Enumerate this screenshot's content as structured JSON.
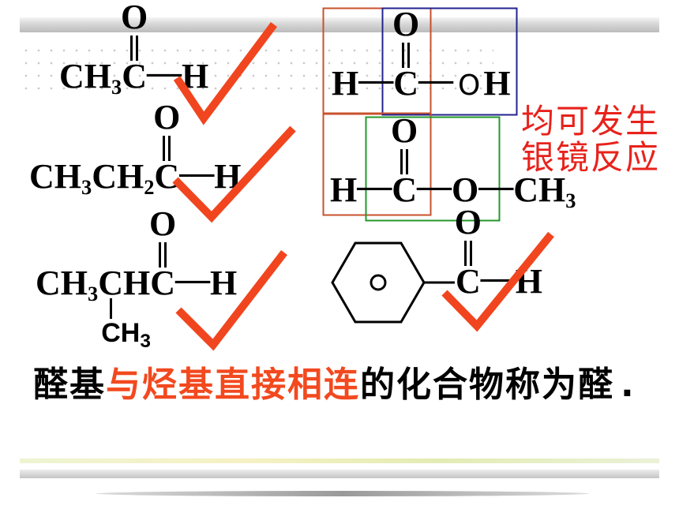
{
  "structures": {
    "acetaldehyde": {
      "carbonyl_o": "O",
      "g1": "CH",
      "g1_sub": "3",
      "carbonyl_c": "C",
      "bond": "—",
      "end_h": "H"
    },
    "propanal": {
      "carbonyl_o": "O",
      "g1": "CH",
      "g1_sub": "3",
      "g2": "CH",
      "g2_sub": "2",
      "carbonyl_c": "C",
      "bond": "—",
      "end_h": "H"
    },
    "isobutyraldehyde": {
      "carbonyl_o": "O",
      "g1": "CH",
      "g1_sub": "3",
      "branch_c": "C",
      "branch_c_h": "H",
      "carbonyl_c": "C",
      "bond": "—",
      "end_h": "H",
      "branch_group": "CH",
      "branch_group_sub": "3"
    },
    "formic_acid": {
      "carbonyl_o": "O",
      "left_h": "H",
      "bond1": "—",
      "carbonyl_c": "C",
      "bond2": "—",
      "hydroxyl_o": "O",
      "hydroxyl_h": "H"
    },
    "methyl_formate": {
      "carbonyl_o": "O",
      "left_h": "H",
      "bond1": "—",
      "carbonyl_c": "C",
      "bond2": "—",
      "ester_o": "O",
      "bond3": "—",
      "methyl": "CH",
      "methyl_sub": "3"
    },
    "benzaldehyde": {
      "carbonyl_o": "O",
      "carbonyl_c": "C",
      "bond": "—",
      "end_h": "H"
    }
  },
  "annotation": {
    "line1": "均可发生",
    "line2": "银镜反应"
  },
  "definition": {
    "part1": "醛基",
    "part2": "与烃基直接相连",
    "part3": "的化合物称为醛",
    "end": "."
  },
  "icons": {
    "mark": "check-mark"
  },
  "colors": {
    "check": "#f1451f",
    "annotation": "#e8221c",
    "highlight": "#f2491f",
    "box_left": "#c9512c",
    "box_right_top": "#232390",
    "box_right_bottom": "#23982b"
  }
}
